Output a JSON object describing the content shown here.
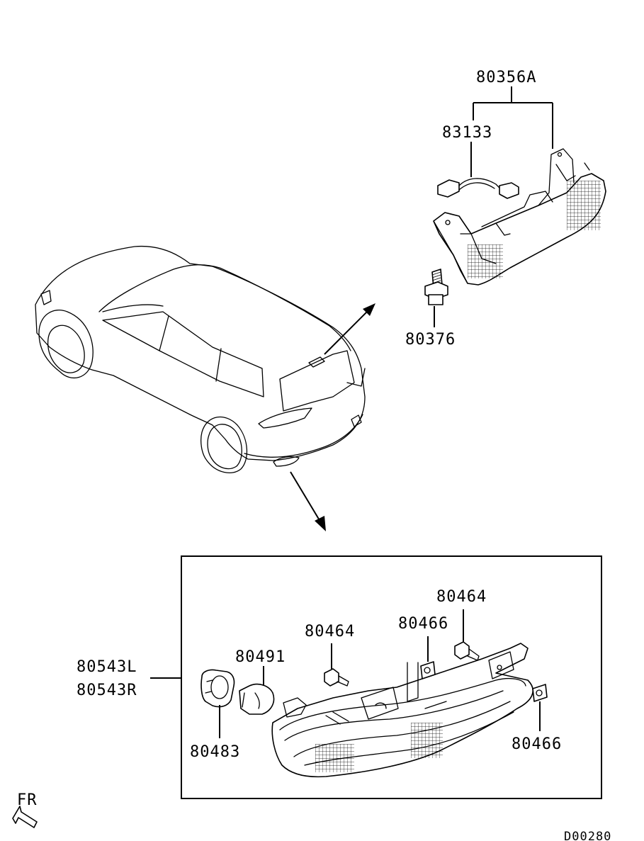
{
  "diagram_id": "D00280",
  "orientation_label": "FR",
  "parts": {
    "high_mount_stop_lamp_assy": "80356A",
    "harness": "83133",
    "bolt_upper": "80376",
    "rear_fog_lamp_left": "80543L",
    "rear_fog_lamp_right": "80543R",
    "bulb": "80491",
    "socket": "80483",
    "screw_a": "80464",
    "screw_b": "80464",
    "nut_a": "80466",
    "nut_b": "80466"
  }
}
